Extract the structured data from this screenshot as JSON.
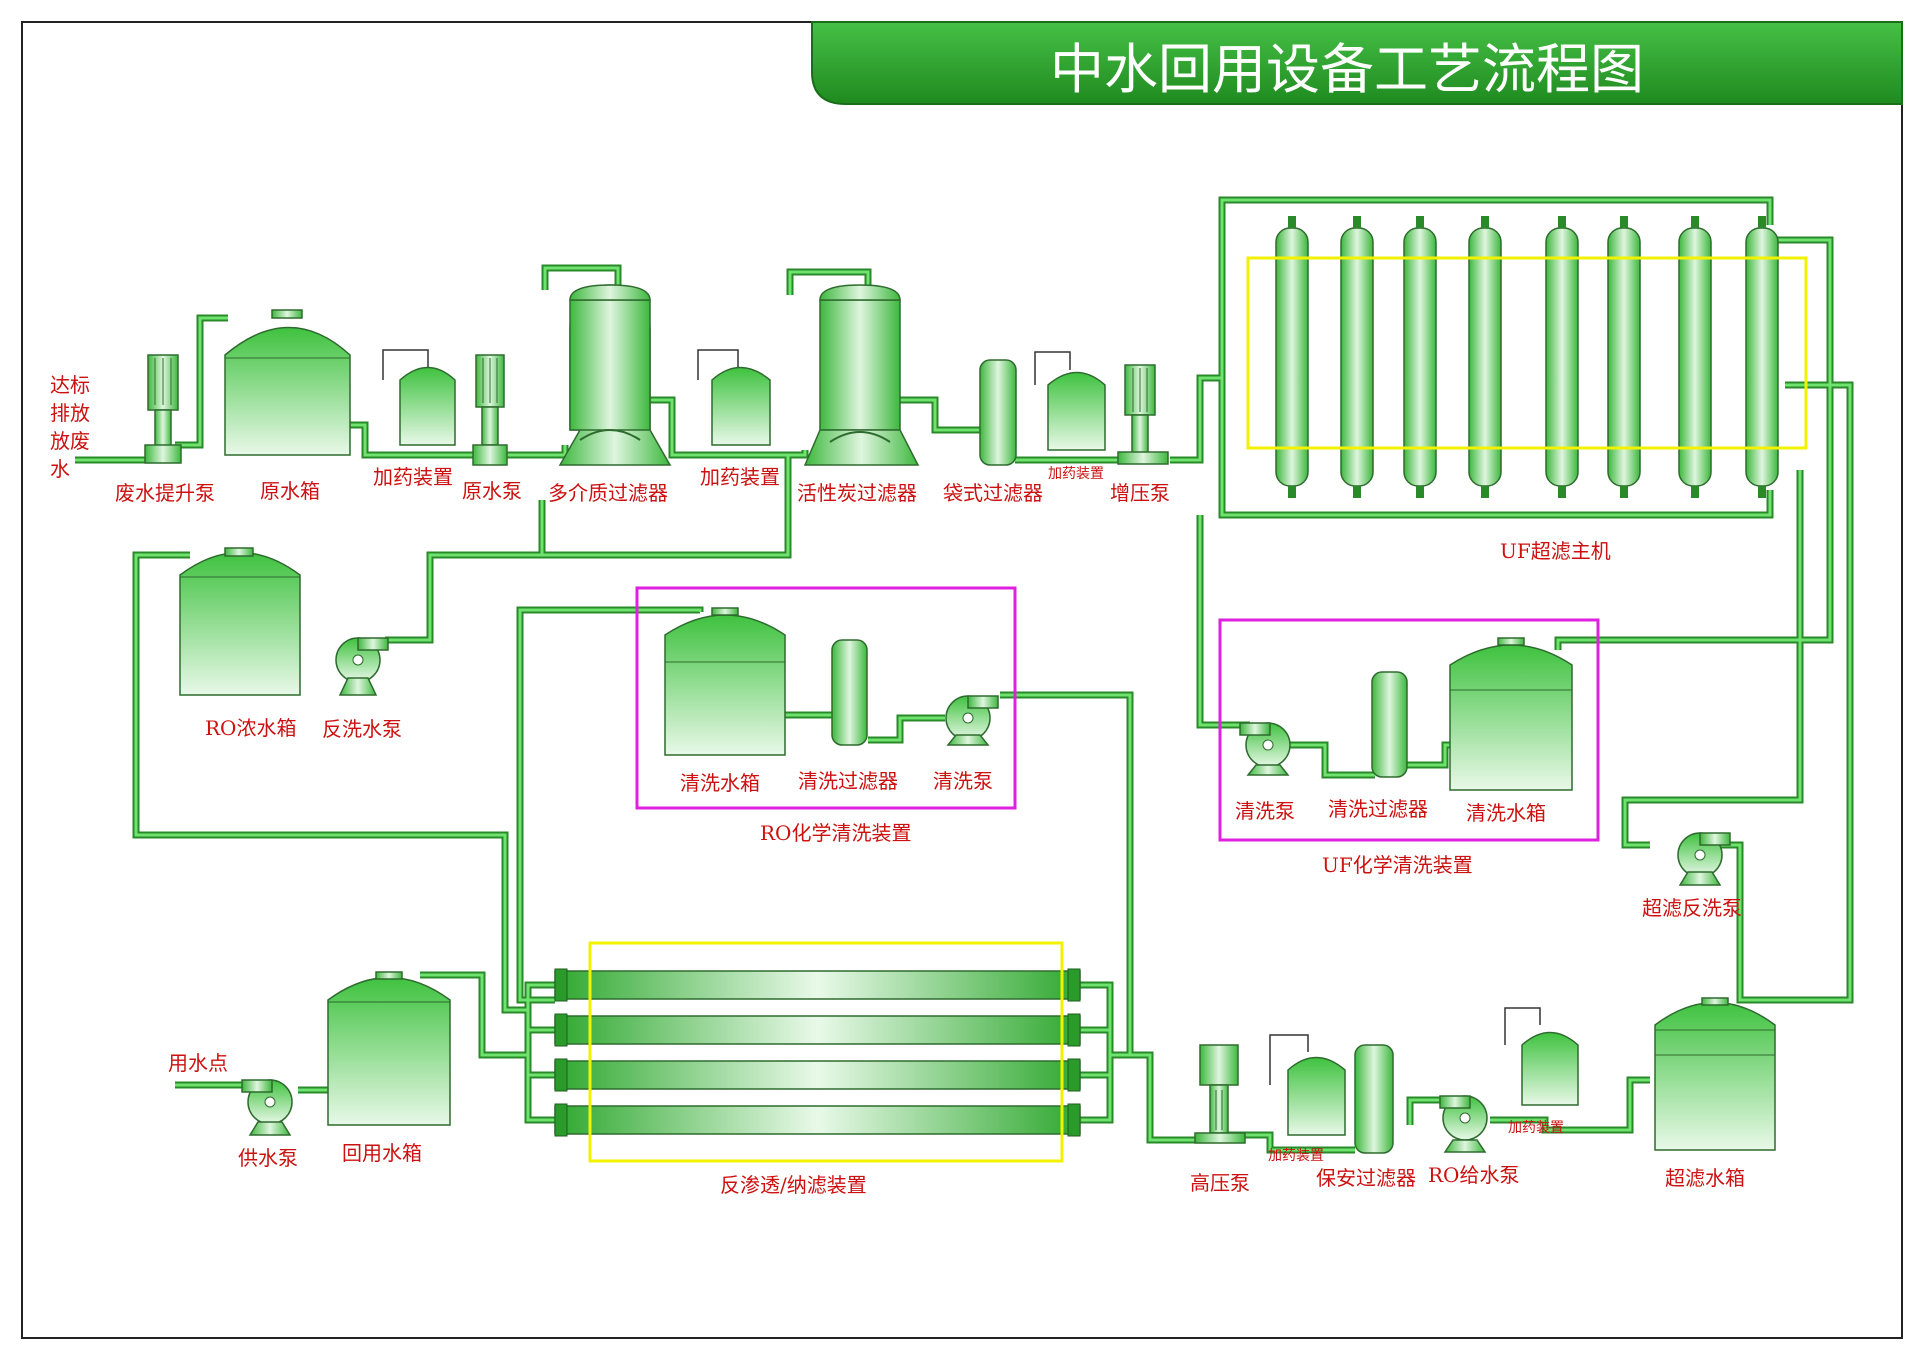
{
  "title": "中水回用设备工艺流程图",
  "colors": {
    "pipe_dark": "#2a8a2a",
    "pipe_light": "#6ee36e",
    "equipment_green": "#3fc23f",
    "label_red": "#cc1111",
    "cleaning_box": "#e020e0",
    "membrane_box": "#f2f200",
    "title_banner": "#2ea02e"
  },
  "labels": {
    "source": "达标\n排放\n放废\n水",
    "waste_lift_pump": "废水提升泵",
    "raw_tank": "原水箱",
    "dosing_1": "加药装置",
    "raw_pump": "原水泵",
    "multi_media_filter": "多介质过滤器",
    "dosing_2": "加药装置",
    "carbon_filter": "活性炭过滤器",
    "bag_filter": "袋式过滤器",
    "dosing_3": "加药装置",
    "booster_pump": "增压泵",
    "uf_main": "UF超滤主机",
    "ro_concentrate_tank": "RO浓水箱",
    "backwash_pump": "反洗水泵",
    "ro_clean_tank": "清洗水箱",
    "ro_clean_filter": "清洗过滤器",
    "ro_clean_pump": "清洗泵",
    "ro_chem_clean": "RO化学清洗装置",
    "uf_clean_pump": "清洗泵",
    "uf_clean_filter": "清洗过滤器",
    "uf_clean_tank": "清洗水箱",
    "uf_chem_clean": "UF化学清洗装置",
    "uf_backwash_pump": "超滤反洗泵",
    "water_point": "用水点",
    "supply_pump": "供水泵",
    "reuse_tank": "回用水箱",
    "ro_nf_unit": "反渗透/纳滤装置",
    "hp_pump": "高压泵",
    "dosing_4": "加药装置",
    "security_filter": "保安过滤器",
    "ro_feed_pump": "RO给水泵",
    "dosing_5": "加药装置",
    "uf_tank": "超滤水箱"
  }
}
